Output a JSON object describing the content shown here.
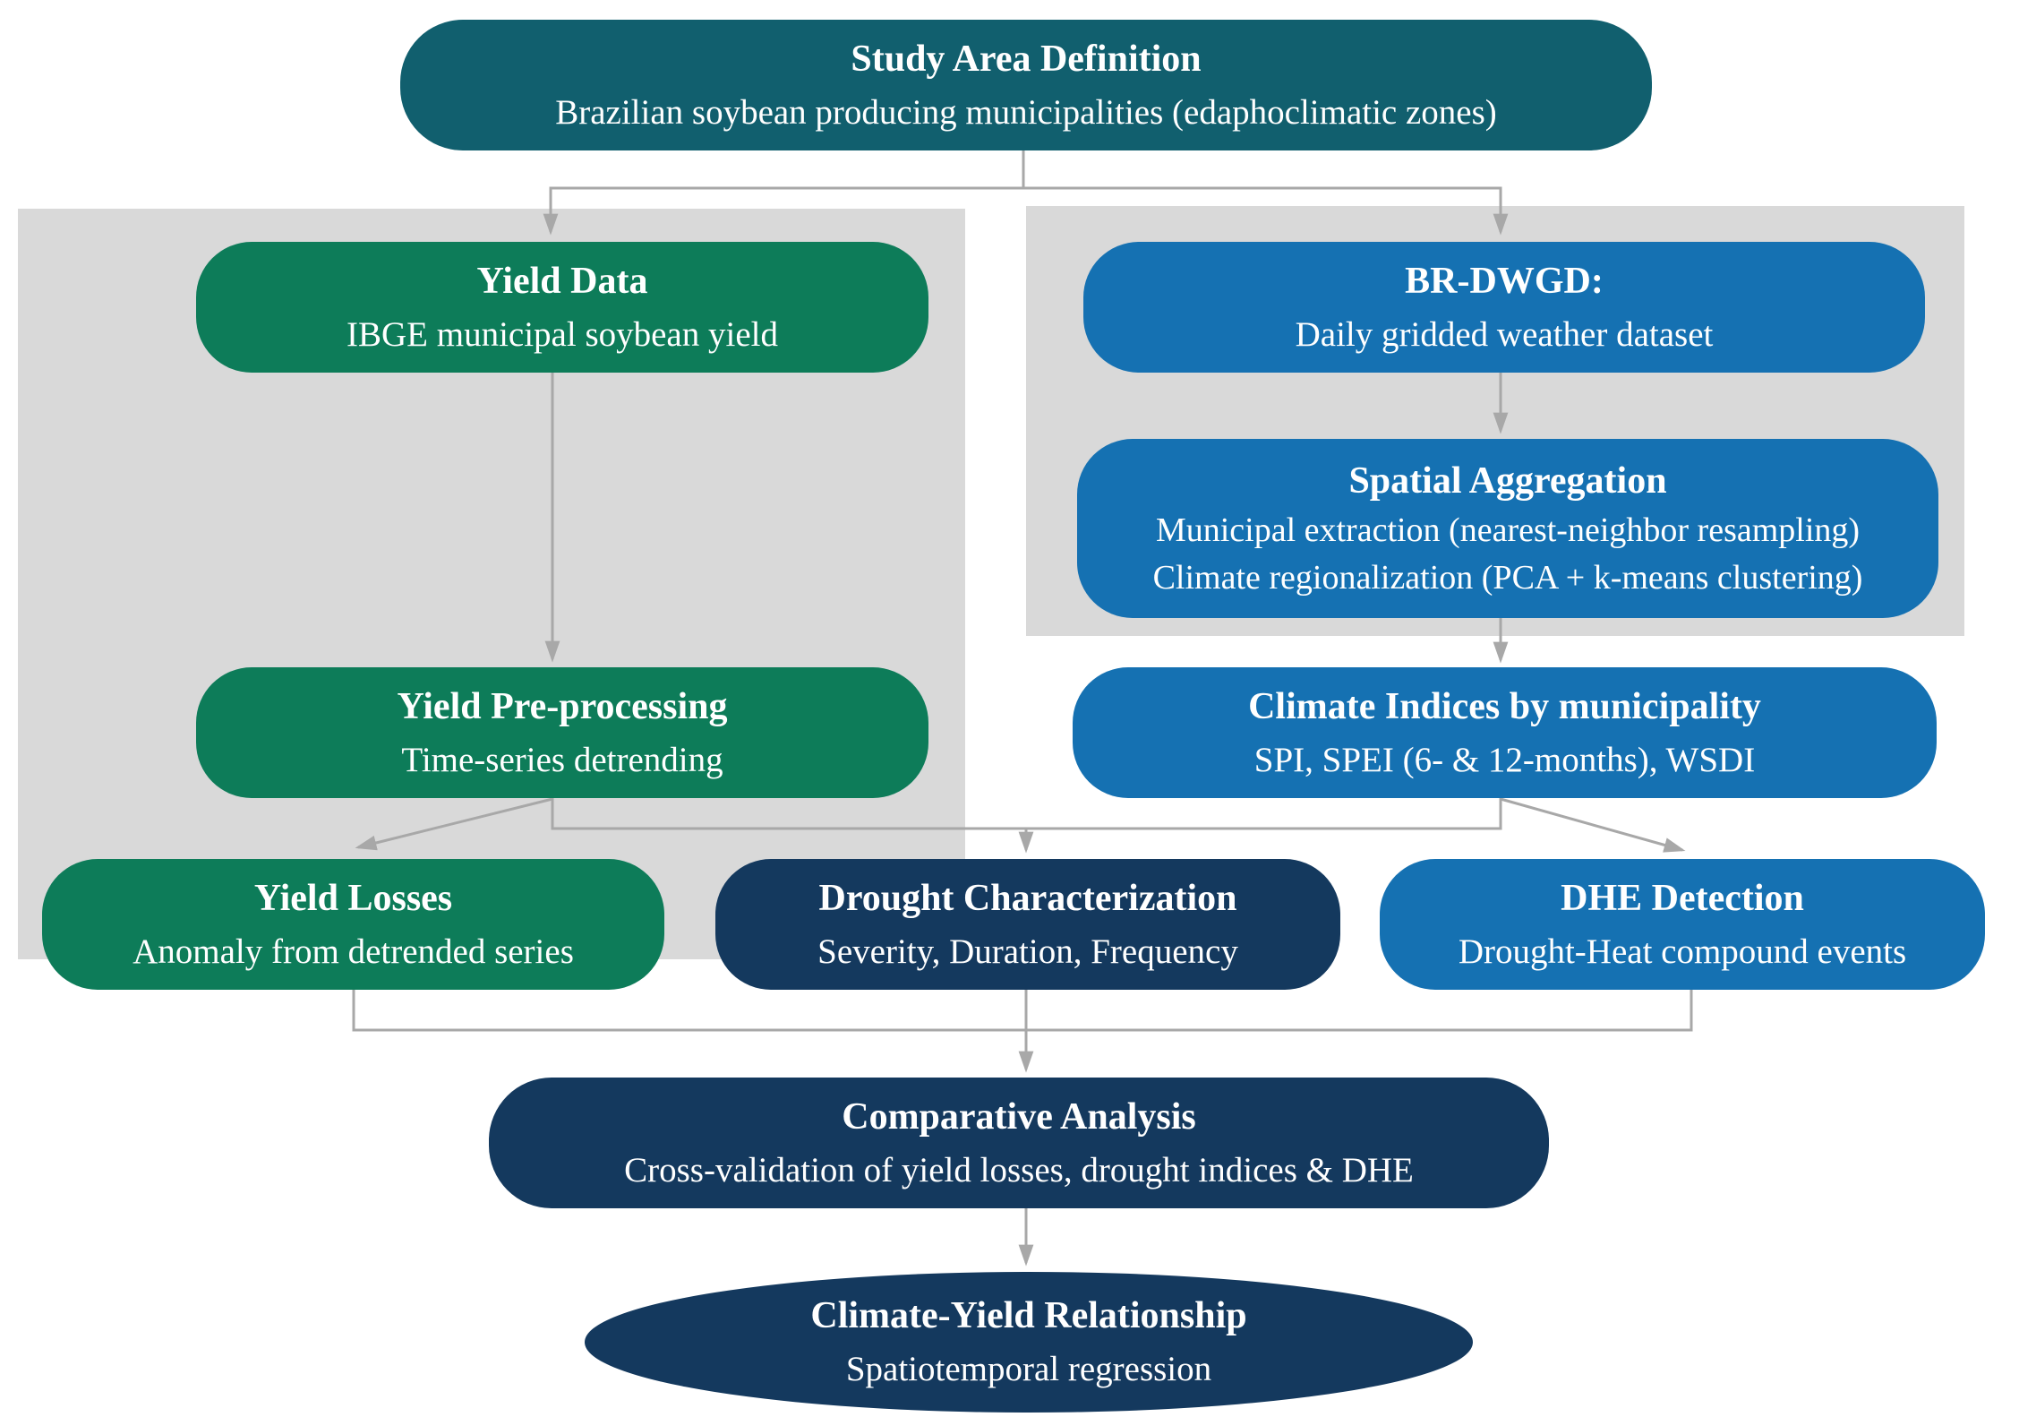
{
  "nodes": {
    "study_area": {
      "title": "Study Area Definition",
      "subtitle": "Brazilian soybean producing municipalities (edaphoclimatic zones)"
    },
    "yield_data": {
      "title": "Yield Data",
      "subtitle": "IBGE municipal soybean yield"
    },
    "br_dwgd": {
      "title": "BR-DWGD:",
      "subtitle": "Daily gridded weather dataset"
    },
    "spatial_aggregation": {
      "title": "Spatial Aggregation",
      "lines": [
        "Municipal extraction (nearest-neighbor resampling)",
        "Climate regionalization (PCA + k-means clustering)"
      ]
    },
    "yield_preprocessing": {
      "title": "Yield Pre-processing",
      "subtitle": "Time-series detrending"
    },
    "climate_indices": {
      "title": "Climate Indices by municipality",
      "subtitle": "SPI, SPEI (6- & 12-months), WSDI"
    },
    "yield_losses": {
      "title": "Yield Losses",
      "subtitle": "Anomaly from detrended series"
    },
    "drought_characterization": {
      "title": "Drought Characterization",
      "subtitle": "Severity, Duration, Frequency"
    },
    "dhe_detection": {
      "title": "DHE Detection",
      "subtitle": "Drought-Heat compound events"
    },
    "comparative_analysis": {
      "title": "Comparative Analysis",
      "subtitle": "Cross-validation of yield losses, drought indices & DHE"
    },
    "climate_yield": {
      "title": "Climate-Yield Relationship",
      "subtitle": "Spatiotemporal regression"
    }
  },
  "colors": {
    "teal": "#115f6e",
    "green": "#0d7c59",
    "blue": "#1571b2",
    "navy": "#14395e",
    "panel_gray": "#d9d9d9",
    "connector_gray": "#a8a8a8",
    "text": "#ffffff"
  }
}
